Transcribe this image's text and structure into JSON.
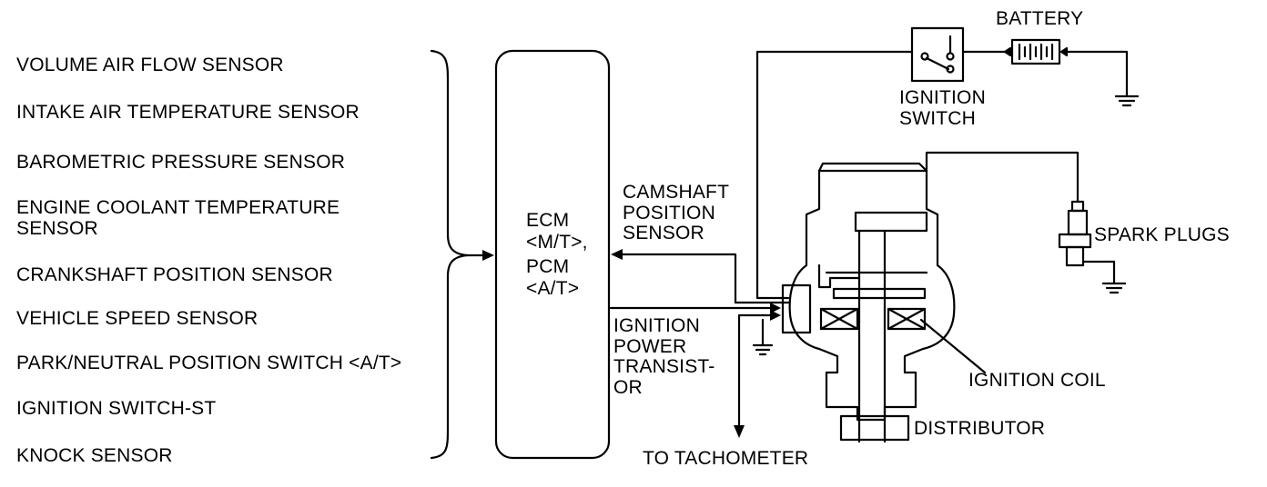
{
  "inputs": [
    {
      "id": "vaf",
      "label": "VOLUME AIR FLOW SENSOR"
    },
    {
      "id": "iat",
      "label": "INTAKE AIR TEMPERATURE SENSOR"
    },
    {
      "id": "baro",
      "label": "BAROMETRIC PRESSURE SENSOR"
    },
    {
      "id": "ect",
      "label": "ENGINE COOLANT TEMPERATURE SENSOR"
    },
    {
      "id": "ckp",
      "label": "CRANKSHAFT POSITION SENSOR"
    },
    {
      "id": "vss",
      "label": "VEHICLE SPEED SENSOR"
    },
    {
      "id": "pnp",
      "label": "PARK/NEUTRAL POSITION SWITCH <A/T>"
    },
    {
      "id": "ign_st",
      "label": "IGNITION SWITCH-ST"
    },
    {
      "id": "knock",
      "label": "KNOCK SENSOR"
    }
  ],
  "controller": {
    "line1": "ECM",
    "line2": "<M/T>,",
    "line3": "PCM",
    "line4": "<A/T>"
  },
  "labels": {
    "camshaft": "CAMSHAFT POSITION SENSOR",
    "power_transistor": "IGNITION POWER TRANSIST- OR",
    "tachometer": "TO TACHOMETER",
    "battery": "BATTERY",
    "ignition_switch": "IGNITION SWITCH",
    "spark_plugs": "SPARK PLUGS",
    "ignition_coil": "IGNITION COIL",
    "distributor": "DISTRIBUTOR"
  }
}
